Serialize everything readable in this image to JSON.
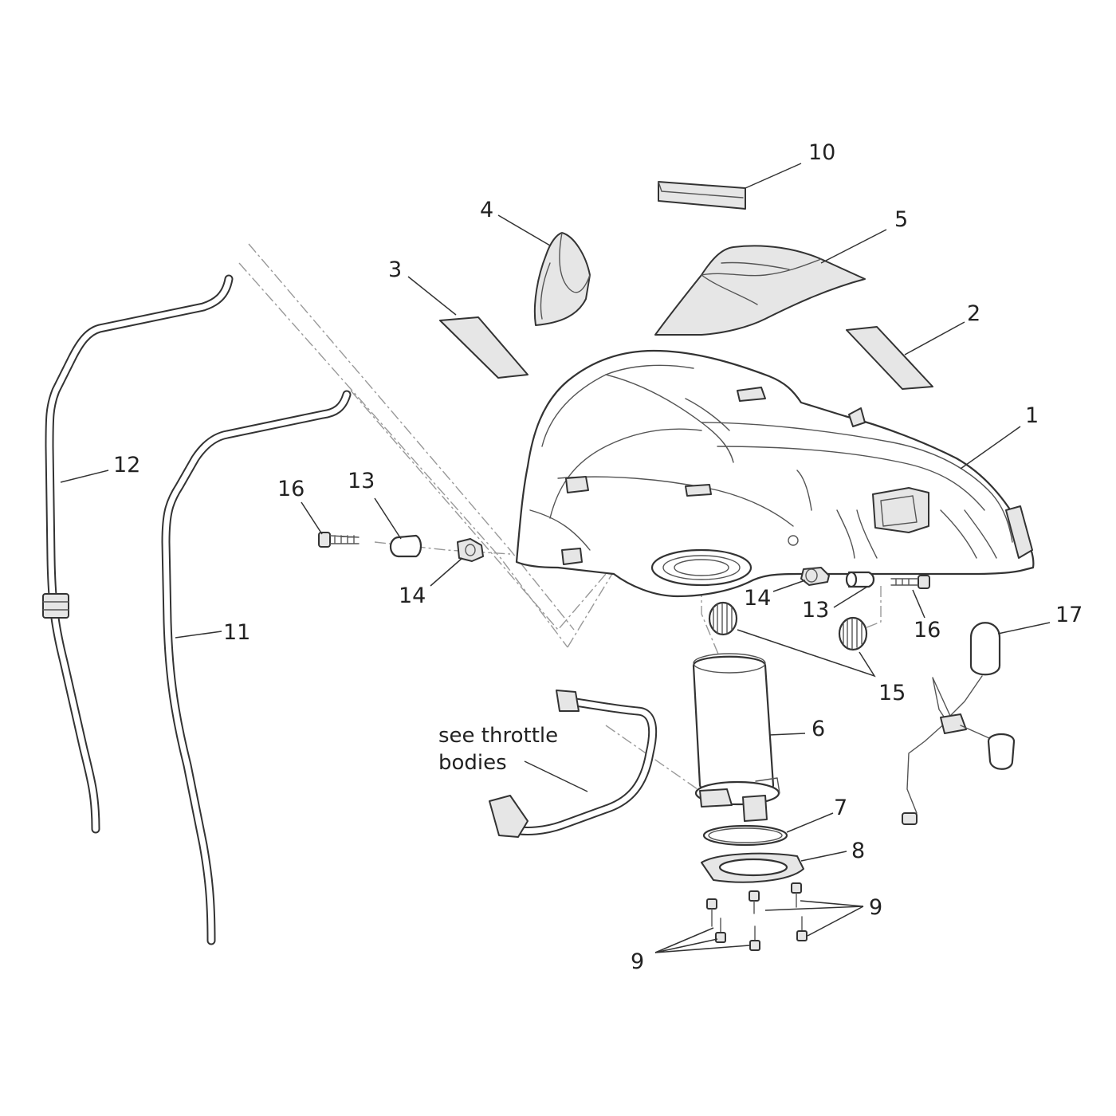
{
  "labels": {
    "l1": "1",
    "l2": "2",
    "l3": "3",
    "l4": "4",
    "l5": "5",
    "l6": "6",
    "l7": "7",
    "l8": "8",
    "l9a": "9",
    "l9b": "9",
    "l10": "10",
    "l11": "11",
    "l12": "12",
    "l13a": "13",
    "l13b": "13",
    "l14a": "14",
    "l14b": "14",
    "l15": "15",
    "l16a": "16",
    "l16b": "16",
    "l17": "17"
  },
  "note": {
    "line1": "see throttle",
    "line2": "bodies"
  },
  "colors": {
    "line": "#333333",
    "fill": "#ffffff",
    "shade": "#e6e6e6"
  }
}
